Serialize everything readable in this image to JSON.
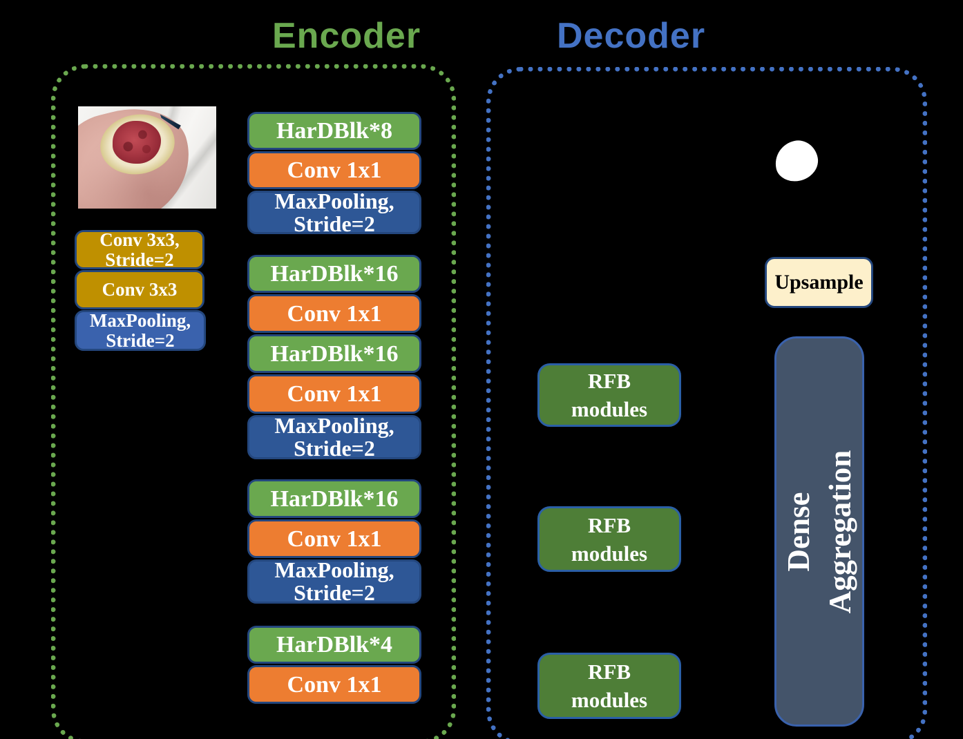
{
  "titles": {
    "encoder": "Encoder",
    "decoder": "Decoder"
  },
  "colors": {
    "background": "#000000",
    "encoder_accent": "#6aa84f",
    "decoder_accent": "#4472c4",
    "hardblk_green": "#6aa84f",
    "conv_orange": "#ed7d31",
    "maxpool_blue": "#2e5796",
    "stem_maxpool_blue": "#3a62ad",
    "conv_gold": "#bf9000",
    "rfb_green": "#4e7e37",
    "dense_slate": "#44546a",
    "upsample_cream": "#fdf0cb",
    "box_border_navy": "#24477e",
    "label_text": "#ffffff"
  },
  "encoder": {
    "input_image": "wound-photo",
    "stem_blocks": [
      {
        "label": "Conv 3x3,\nStride=2"
      },
      {
        "label": "Conv 3x3"
      },
      {
        "label": "MaxPooling,\nStride=2"
      }
    ],
    "backbone_blocks": [
      {
        "label": "HarDBlk*8"
      },
      {
        "label": "Conv 1x1"
      },
      {
        "label": "MaxPooling,\nStride=2"
      },
      {
        "label": "HarDBlk*16"
      },
      {
        "label": "Conv 1x1"
      },
      {
        "label": "HarDBlk*16"
      },
      {
        "label": "Conv 1x1"
      },
      {
        "label": "MaxPooling,\nStride=2"
      },
      {
        "label": "HarDBlk*16"
      },
      {
        "label": "Conv 1x1"
      },
      {
        "label": "MaxPooling,\nStride=2"
      },
      {
        "label": "HarDBlk*4"
      },
      {
        "label": "Conv 1x1"
      }
    ]
  },
  "decoder": {
    "output_image": "segmentation-mask",
    "upsample": {
      "label": "Upsample"
    },
    "dense_aggregation": {
      "label": "Dense\nAggregation"
    },
    "rfb_modules": [
      {
        "label": "RFB\nmodules"
      },
      {
        "label": "RFB\nmodules"
      },
      {
        "label": "RFB\nmodules"
      }
    ]
  }
}
